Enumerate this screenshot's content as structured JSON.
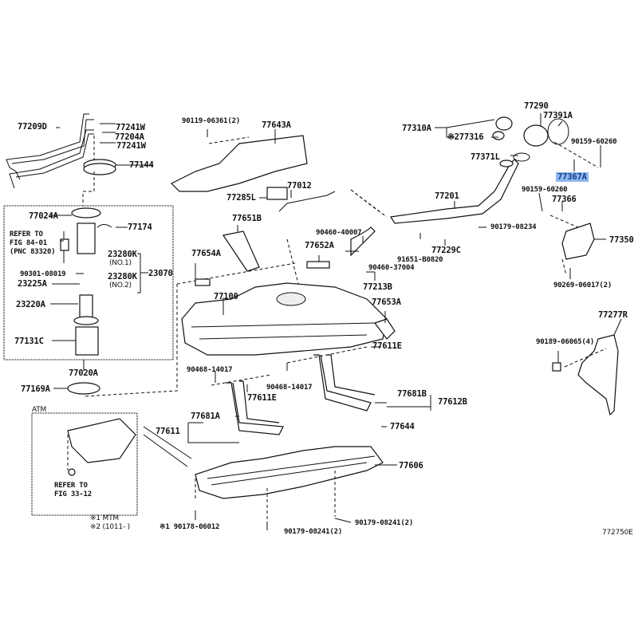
{
  "diagram": {
    "title": "Fuel Tank & Tube parts diagram",
    "figure_code": "772750E",
    "highlight_color": "#8db8f0",
    "highlighted_part": "77367A",
    "labels": {
      "p77209D": "77209D",
      "p77241W_a": "77241W",
      "p77204A": "77204A",
      "p77241W_b": "77241W",
      "p77144": "77144",
      "p77024A": "77024A",
      "p77174": "77174",
      "refer84_1": "REFER TO",
      "refer84_2": "FIG 84-01",
      "refer84_3": "(PNC 83320)",
      "p23280K_1": "23280K",
      "no1": "(NO.1)",
      "p90301": "90301-08019",
      "p23070": "23070",
      "p23280K_2": "23280K",
      "no2": "(NO.2)",
      "p23225A": "23225A",
      "p23220A": "23220A",
      "p77131C": "77131C",
      "p77020A": "77020A",
      "p77169A": "77169A",
      "atm": "ATM",
      "refer33_1": "REFER TO",
      "refer33_2": "FIG 33-12",
      "note1": "※1 MTM",
      "note2": "※2 (1011-      )",
      "p90119": "90119-06361(2)",
      "p77643A": "77643A",
      "p77012": "77012",
      "p77285L": "77285L",
      "p77651B": "77651B",
      "p77654A": "77654A",
      "p77652A": "77652A",
      "p90460_40007": "90460-40007",
      "p91651": "91651-B0820",
      "p90460_37004": "90460-37004",
      "p77213B": "77213B",
      "p77100": "77100",
      "p77653A": "77653A",
      "p77611E_a": "77611E",
      "p90468_a": "90468-14017",
      "p90468_b": "90468-14017",
      "p77611E_b": "77611E",
      "p77681A": "77681A",
      "p77611": "77611",
      "p77681B": "77681B",
      "p77612B": "77612B",
      "p77644": "77644",
      "p77606": "77606",
      "p90178": "※1 90178-06012",
      "p90179_08241_a": "90179-08241(2)",
      "p90179_08241_b": "90179-08241(2)",
      "p77310A": "77310A",
      "p77316": "※277316",
      "p77290": "77290",
      "p77391A": "77391A",
      "p90159_a": "90159-60260",
      "p77371L": "77371L",
      "p77367A": "77367A",
      "p77201": "77201",
      "p90159_b": "90159-60260",
      "p77366": "77366",
      "p90179_08234": "90179-08234",
      "p77229C": "77229C",
      "p77350": "77350",
      "p90269": "90269-06017(2)",
      "p77277R": "77277R",
      "p90189": "90189-06065(4)"
    }
  }
}
